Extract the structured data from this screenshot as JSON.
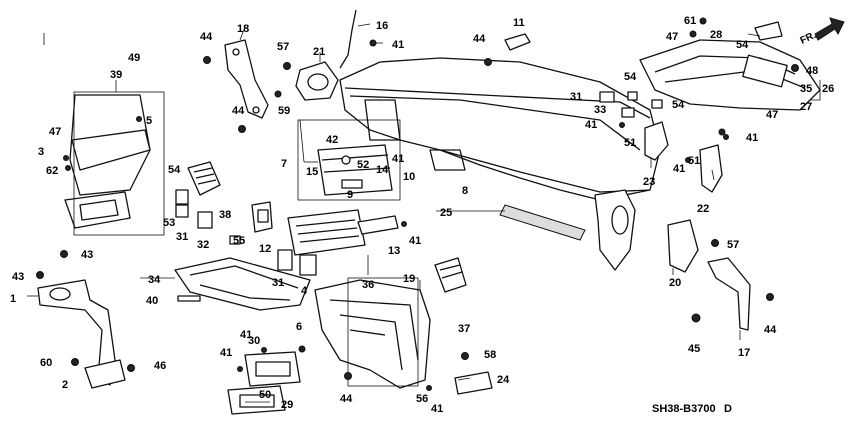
{
  "diagram": {
    "diagram_code": "SH38-B3700",
    "revision_mark": "D",
    "direction_label": "FR.",
    "callouts": [
      "1",
      "2",
      "3",
      "4",
      "5",
      "6",
      "7",
      "8",
      "9",
      "10",
      "11",
      "12",
      "13",
      "14",
      "15",
      "16",
      "17",
      "18",
      "19",
      "20",
      "21",
      "22",
      "23",
      "24",
      "25",
      "26",
      "27",
      "28",
      "29",
      "30",
      "31",
      "31",
      "31",
      "32",
      "33",
      "34",
      "35",
      "36",
      "37",
      "38",
      "39",
      "40",
      "41",
      "41",
      "41",
      "41",
      "41",
      "41",
      "41",
      "41",
      "41",
      "42",
      "43",
      "43",
      "44",
      "44",
      "44",
      "44",
      "44",
      "45",
      "46",
      "47",
      "47",
      "47",
      "48",
      "49",
      "50",
      "51",
      "51",
      "52",
      "53",
      "54",
      "54",
      "54",
      "54",
      "55",
      "56",
      "57",
      "57",
      "58",
      "59",
      "60",
      "61",
      "62"
    ]
  }
}
